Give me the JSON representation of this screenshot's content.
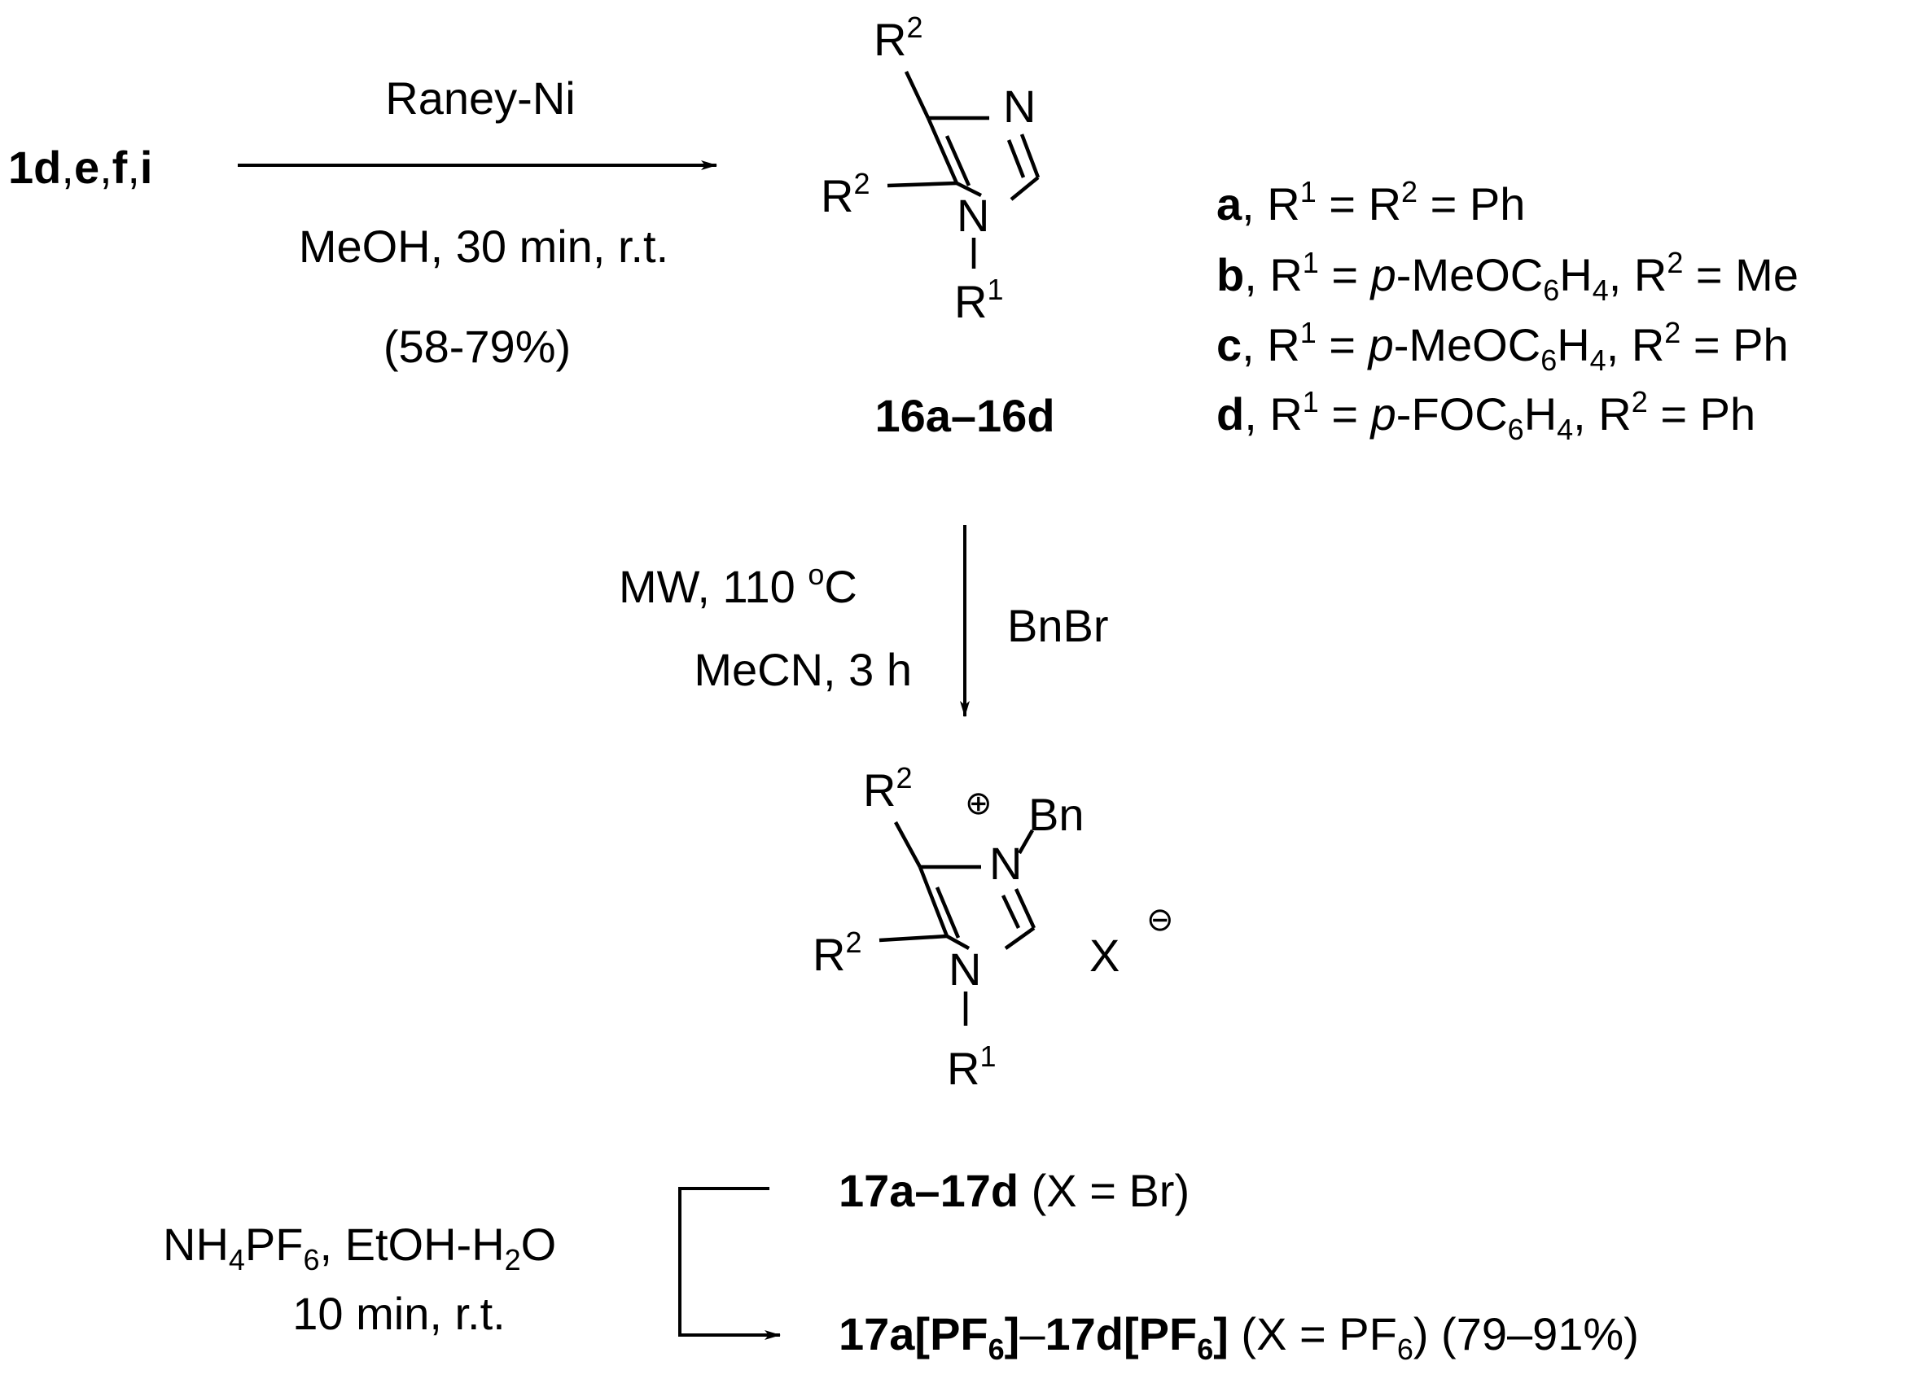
{
  "starting_material": {
    "n1": "1",
    "d": "d",
    "e": "e",
    "f": "f",
    "i": "i",
    "comma": ","
  },
  "step1": {
    "reagent": "Raney-Ni",
    "conditions": "MeOH, 30 min, r.t.",
    "yield": "(58-79%)"
  },
  "product16": {
    "label": "16a–16d",
    "atoms": {
      "N_top": "N",
      "N_bottom": "N",
      "R": "R",
      "one": "1",
      "two": "2"
    }
  },
  "substituents": [
    {
      "key": "a",
      "rest": ", R",
      "r1sup": "1",
      "mid": " = R",
      "r2sup": "2",
      "tail": " = Ph"
    },
    {
      "key": "b",
      "rest": ", R",
      "r1sup": "1",
      "eq": " = ",
      "p": "p",
      "grp1": "-MeOC",
      "s6": "6",
      "h": "H",
      "s4": "4",
      "r2": ", R",
      "r2sup": "2",
      "tail": " = Me"
    },
    {
      "key": "c",
      "rest": ", R",
      "r1sup": "1",
      "eq": " = ",
      "p": "p",
      "grp1": "-MeOC",
      "s6": "6",
      "h": "H",
      "s4": "4",
      "r2": ", R",
      "r2sup": "2",
      "tail": " = Ph"
    },
    {
      "key": "d",
      "rest": ", R",
      "r1sup": "1",
      "eq": " = ",
      "p": "p",
      "grp1": "-FOC",
      "s6": "6",
      "h": "H",
      "s4": "4",
      "r2": ", R",
      "r2sup": "2",
      "tail": " = Ph"
    }
  ],
  "step2": {
    "cond1": "MW, 110 ",
    "deg": "o",
    "unitC": "C",
    "cond2": "MeCN, 3 h",
    "reagent": "BnBr"
  },
  "product17": {
    "bn": "Bn",
    "plus": "⊕",
    "x": "X",
    "minus": "⊖",
    "atoms": {
      "N_top": "N",
      "N_bottom": "N",
      "R": "R",
      "one": "1",
      "two": "2"
    }
  },
  "label17": {
    "bold": "17a–17d",
    "rest": " (X = Br)"
  },
  "step3": {
    "nh4": "NH",
    "s4": "4",
    "pf": "PF",
    "s6": "6",
    "solv": ", EtOH-H",
    "s2": "2",
    "o": "O",
    "cond2": "10 min, r.t."
  },
  "label17pf6": {
    "b1": "17a[PF",
    "b1s": "6",
    "b2": "]",
    "dash": "–",
    "b3": "17d[PF",
    "b3s": "6",
    "b4": "]",
    "r1": " (X = PF",
    "r1s": "6",
    "r2": ") (79–91%)"
  },
  "colors": {
    "ink": "#000000",
    "background": "#ffffff"
  }
}
